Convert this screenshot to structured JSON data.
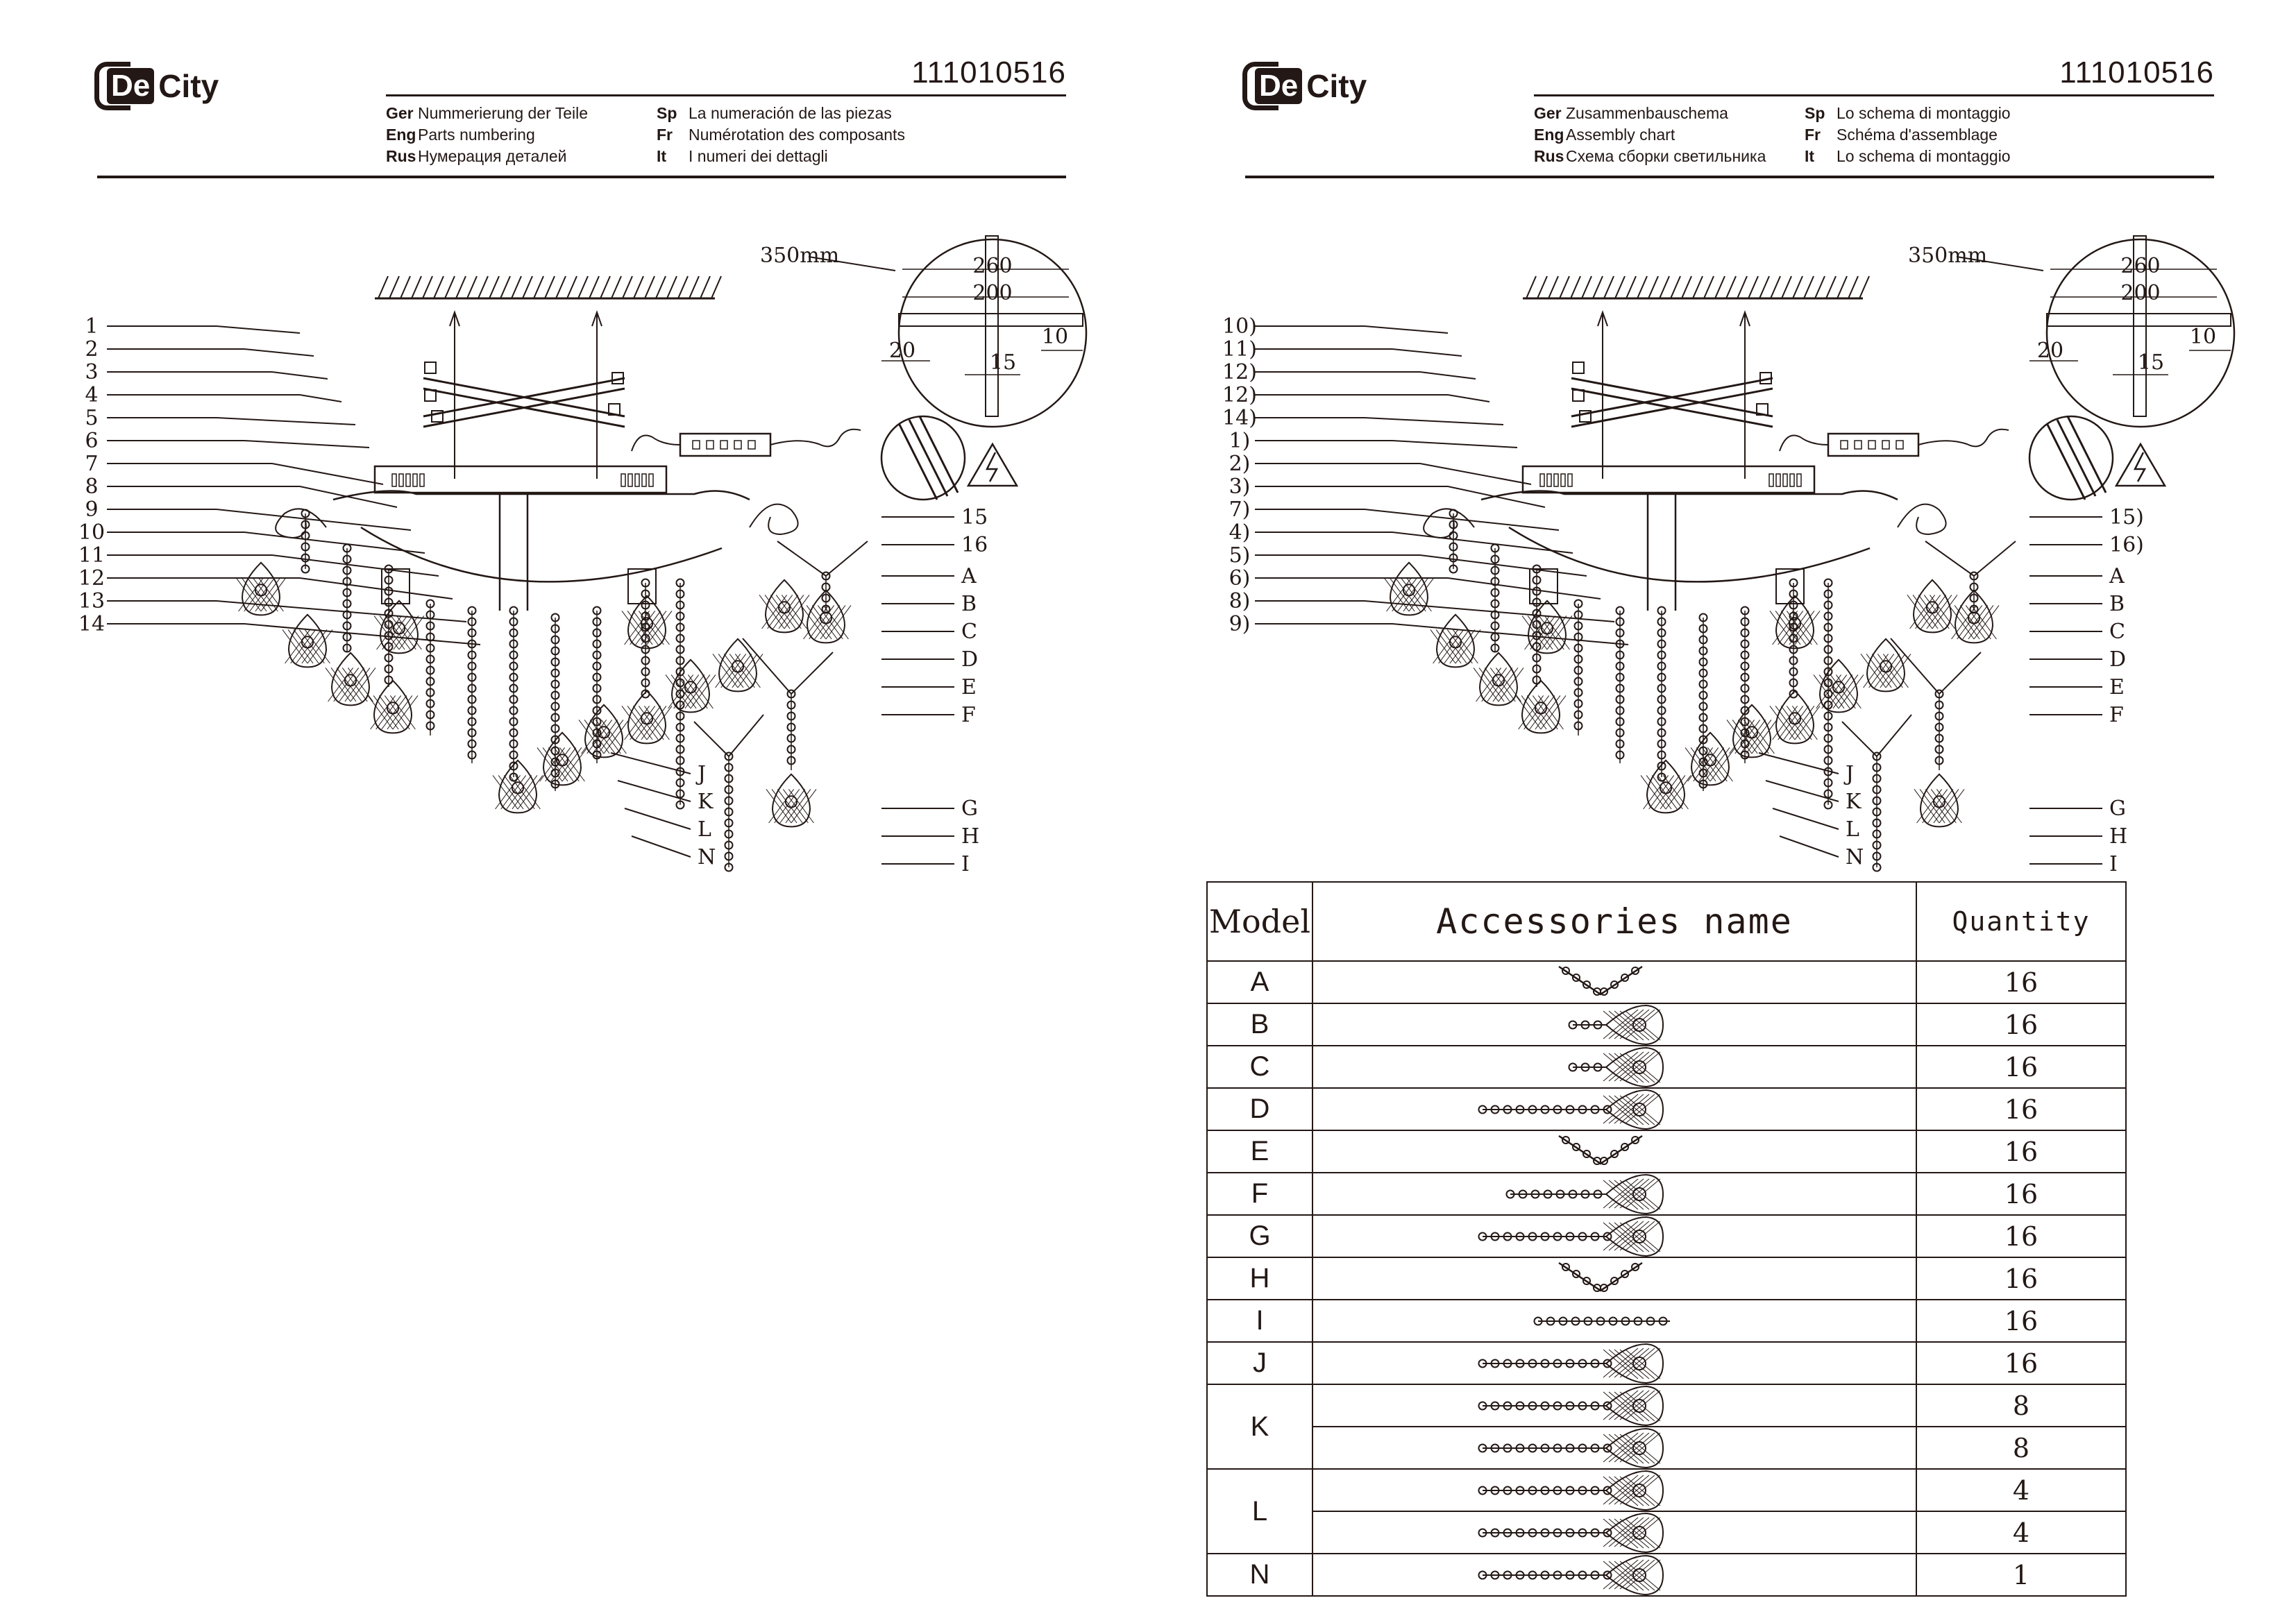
{
  "brand": {
    "logo_text_de": "De",
    "logo_text_city": "City"
  },
  "model_code": "111010516",
  "left_page": {
    "langs_col1": [
      {
        "code": "Ger",
        "text": "Nummerierung der Teile"
      },
      {
        "code": "Eng",
        "text": "Parts numbering"
      },
      {
        "code": "Rus",
        "text": "Нумерация деталей"
      }
    ],
    "langs_col2": [
      {
        "code": "Sp",
        "text": "La numeración de las piezas"
      },
      {
        "code": "Fr",
        "text": "Numérotation des composants"
      },
      {
        "code": "It",
        "text": "I numeri dei dettagli"
      }
    ],
    "callouts_left": [
      "1",
      "2",
      "3",
      "4",
      "5",
      "6",
      "7",
      "8",
      "9",
      "10",
      "11",
      "12",
      "13",
      "14"
    ],
    "callouts_right": [
      "15",
      "16",
      "A",
      "B",
      "C",
      "D",
      "E",
      "F",
      "G",
      "H",
      "I"
    ],
    "callouts_bottom": [
      "J",
      "K",
      "L",
      "N"
    ]
  },
  "right_page": {
    "langs_col1": [
      {
        "code": "Ger",
        "text": "Zusammenbauschema"
      },
      {
        "code": "Eng",
        "text": "Assembly chart"
      },
      {
        "code": "Rus",
        "text": "Схема сборки светильника"
      }
    ],
    "langs_col2": [
      {
        "code": "Sp",
        "text": "Lo schema di montaggio"
      },
      {
        "code": "Fr",
        "text": "Schéma d'assemblage"
      },
      {
        "code": "It",
        "text": "Lo schema di montaggio"
      }
    ],
    "callouts_left": [
      "10)",
      "11)",
      "12)",
      "12)",
      "14)",
      "1)",
      "2)",
      "3)",
      "7)",
      "4)",
      "5)",
      "6)",
      "8)",
      "9)"
    ],
    "callouts_right": [
      "15)",
      "16)",
      "A",
      "B",
      "C",
      "D",
      "E",
      "F",
      "G",
      "H",
      "I"
    ],
    "callouts_bottom": [
      "J",
      "K",
      "L",
      "N"
    ]
  },
  "detail": {
    "diameter": "350mm",
    "dim_top": "260",
    "dim_second": "200",
    "dim_left": "20",
    "dim_mid": "15",
    "dim_right": "10"
  },
  "table": {
    "headers": {
      "model": "Model",
      "name": "Accessories name",
      "quantity": "Quantity"
    },
    "rows": [
      {
        "model": "A",
        "icon": "y-chain-icon",
        "quantity": "16"
      },
      {
        "model": "B",
        "icon": "short-pendant-icon",
        "quantity": "16"
      },
      {
        "model": "C",
        "icon": "short-pendant-icon",
        "quantity": "16"
      },
      {
        "model": "D",
        "icon": "long-pendant-icon",
        "quantity": "16"
      },
      {
        "model": "E",
        "icon": "y-chain-icon",
        "quantity": "16"
      },
      {
        "model": "F",
        "icon": "medium-pendant-icon",
        "quantity": "16"
      },
      {
        "model": "G",
        "icon": "long-pendant-icon",
        "quantity": "16"
      },
      {
        "model": "H",
        "icon": "y-chain-icon",
        "quantity": "16"
      },
      {
        "model": "I",
        "icon": "bead-chain-icon",
        "quantity": "16"
      },
      {
        "model": "J",
        "icon": "long-pendant-icon",
        "quantity": "16"
      },
      {
        "model": "K",
        "icon": "long-pendant-icon",
        "quantity": "8"
      },
      {
        "model": "",
        "icon": "long-pendant-icon",
        "quantity": "8"
      },
      {
        "model": "L",
        "icon": "long-pendant-icon",
        "quantity": "4"
      },
      {
        "model": "",
        "icon": "long-pendant-icon",
        "quantity": "4"
      },
      {
        "model": "N",
        "icon": "long-pendant-icon",
        "quantity": "1"
      }
    ]
  }
}
